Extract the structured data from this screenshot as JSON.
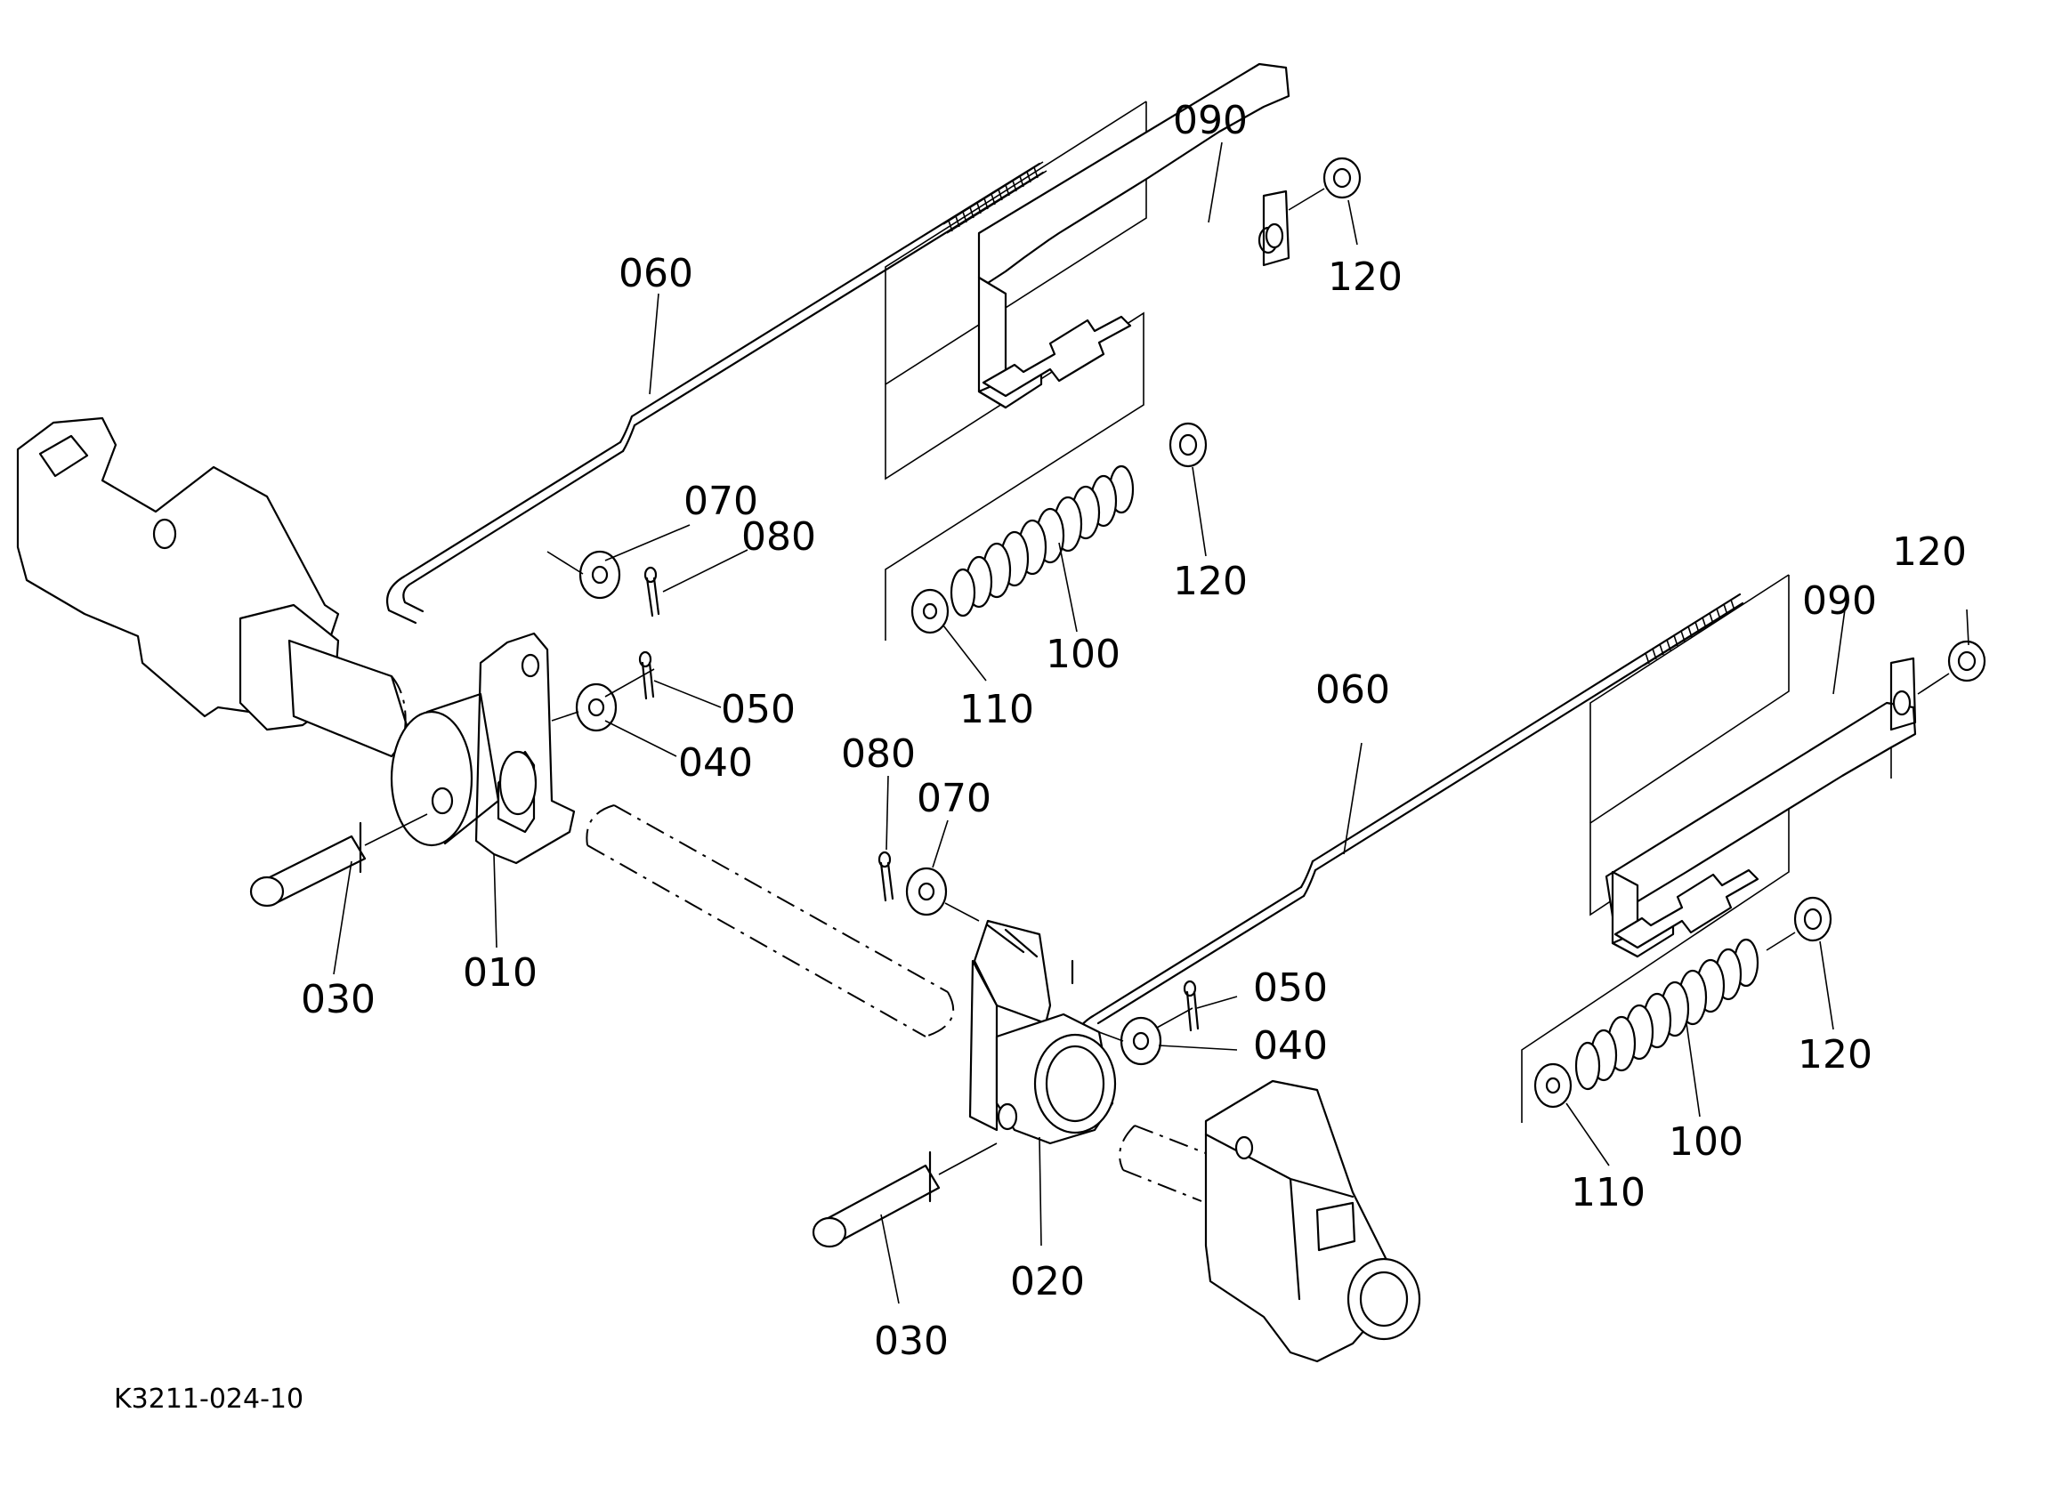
{
  "diagram": {
    "drawing_code": "K3211-024-10",
    "callouts": [
      {
        "id": "090-a",
        "text": "090"
      },
      {
        "id": "060-a",
        "text": "060"
      },
      {
        "id": "120-a",
        "text": "120"
      },
      {
        "id": "120-b",
        "text": "120"
      },
      {
        "id": "070-a",
        "text": "070"
      },
      {
        "id": "080-a",
        "text": "080"
      },
      {
        "id": "050-a",
        "text": "050"
      },
      {
        "id": "040-a",
        "text": "040"
      },
      {
        "id": "100-a",
        "text": "100"
      },
      {
        "id": "110-a",
        "text": "110"
      },
      {
        "id": "030-a",
        "text": "030"
      },
      {
        "id": "010-a",
        "text": "010"
      },
      {
        "id": "060-b",
        "text": "060"
      },
      {
        "id": "090-b",
        "text": "090"
      },
      {
        "id": "120-c",
        "text": "120"
      },
      {
        "id": "080-b",
        "text": "080"
      },
      {
        "id": "070-b",
        "text": "070"
      },
      {
        "id": "050-b",
        "text": "050"
      },
      {
        "id": "040-b",
        "text": "040"
      },
      {
        "id": "120-d",
        "text": "120"
      },
      {
        "id": "100-b",
        "text": "100"
      },
      {
        "id": "110-b",
        "text": "110"
      },
      {
        "id": "020-a",
        "text": "020"
      },
      {
        "id": "030-b",
        "text": "030"
      }
    ]
  }
}
